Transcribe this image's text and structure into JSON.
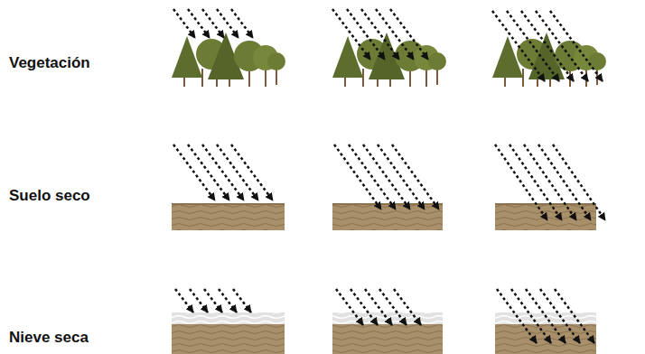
{
  "diagram": {
    "labels": [
      "Vegetación",
      "Suelo seco",
      "Nieve seca"
    ]
  }
}
